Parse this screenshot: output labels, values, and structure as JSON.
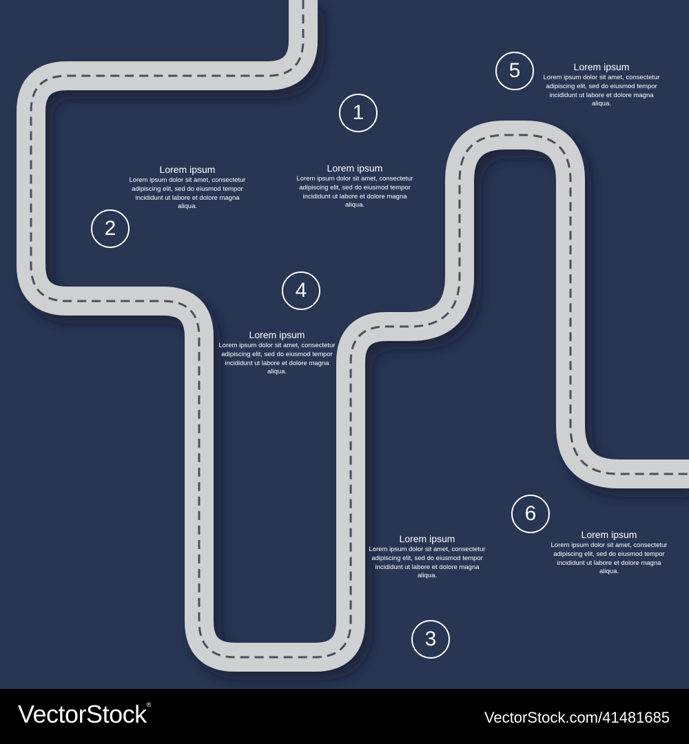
{
  "colors": {
    "background": "#283654",
    "road": "#cfd0d2",
    "road_dash": "#4a4f59",
    "pin_1": "#22958d",
    "pin_2": "#e63d2c",
    "pin_3": "#95239b",
    "pin_4": "#f4902a",
    "pin_5": "#25933f",
    "pin_6": "#1e5a98"
  },
  "steps": [
    {
      "number": "1",
      "title": "Lorem ipsum",
      "body": "Lorem ipsum dolor sit amet, consectetur adipiscing elit, sed do eiusmod tempor incididunt ut labore et dolore magna aliqua."
    },
    {
      "number": "2",
      "title": "Lorem ipsum",
      "body": "Lorem ipsum dolor sit amet, consectetur adipiscing elit, sed do eiusmod tempor incididunt ut labore et dolore magna aliqua."
    },
    {
      "number": "3",
      "title": "Lorem ipsum",
      "body": "Lorem ipsum dolor sit amet, consectetur adipiscing elit, sed do eiusmod tempor incididunt ut labore et dolore magna aliqua."
    },
    {
      "number": "4",
      "title": "Lorem ipsum",
      "body": "Lorem ipsum dolor sit amet, consectetur adipiscing elit, sed do eiusmod tempor incididunt ut labore et dolore magna aliqua."
    },
    {
      "number": "5",
      "title": "Lorem ipsum",
      "body": "Lorem ipsum dolor sit amet, consectetur adipiscing elit, sed do eiusmod tempor incididunt ut labore et dolore magna aliqua."
    },
    {
      "number": "6",
      "title": "Lorem ipsum",
      "body": "Lorem ipsum dolor sit amet, consectetur adipiscing elit, sed do eiusmod tempor incididunt ut labore et dolore magna aliqua."
    }
  ],
  "footer": {
    "brand": "VectorStock",
    "brand_mark": "®",
    "image_id": "VectorStock.com/41481685"
  }
}
